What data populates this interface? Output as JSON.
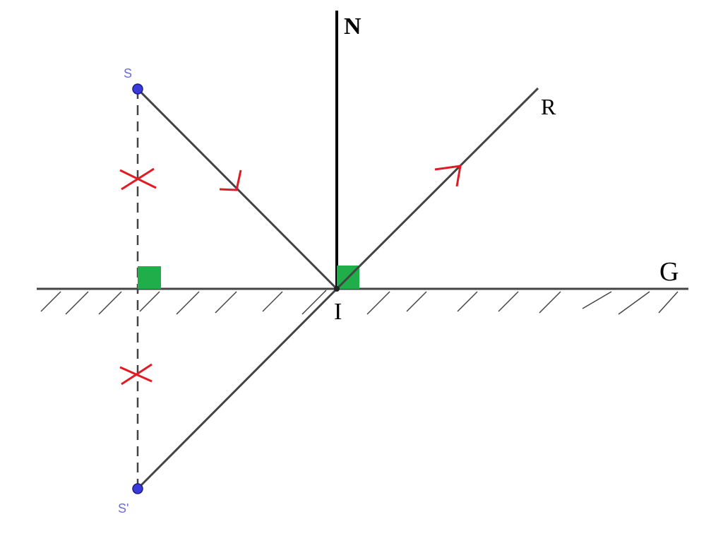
{
  "labels": {
    "normal": "N",
    "reflected": "R",
    "mirror": "G",
    "incidence_point": "I",
    "source": "S",
    "image": "S'"
  },
  "colors": {
    "ray": "#444444",
    "normal": "#000000",
    "mirror": "#444444",
    "point": "#3a3adb",
    "point_label": "#6b6bdc",
    "arrow": "#e01b24",
    "tick_mark": "#e01b24",
    "right_angle": "#1fae49"
  }
}
